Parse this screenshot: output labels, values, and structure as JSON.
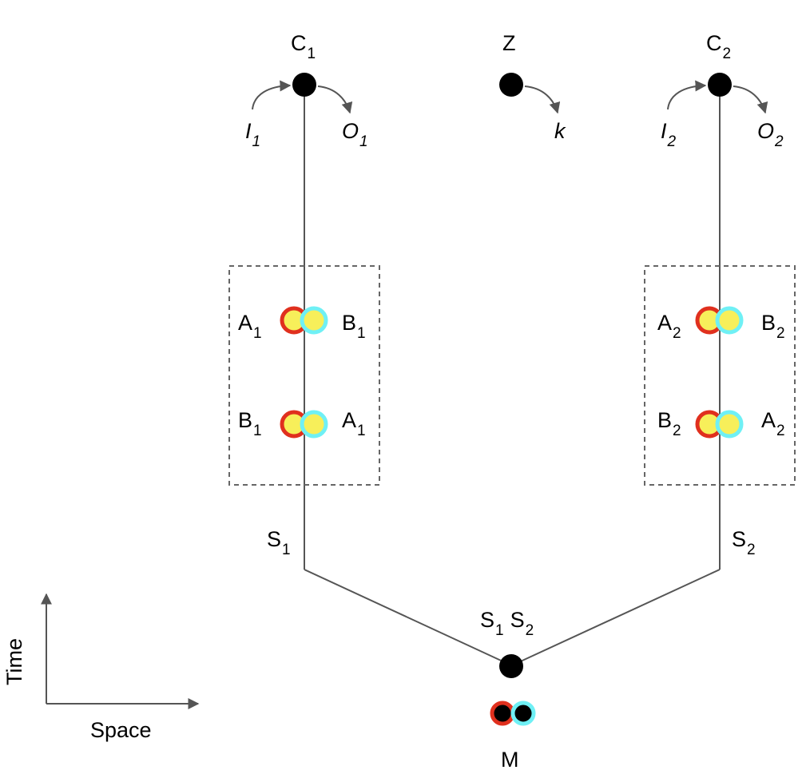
{
  "labels": {
    "c1": {
      "main": "C",
      "sub": "1"
    },
    "c2": {
      "main": "C",
      "sub": "2"
    },
    "z": {
      "main": "Z"
    },
    "i1": {
      "main": "I",
      "sub": "1"
    },
    "o1": {
      "main": "O",
      "sub": "1"
    },
    "k": {
      "main": "k"
    },
    "i2": {
      "main": "I",
      "sub": "2"
    },
    "o2": {
      "main": "O",
      "sub": "2"
    },
    "a1_top": {
      "main": "A",
      "sub": "1"
    },
    "b1_top": {
      "main": "B",
      "sub": "1"
    },
    "b1_bottom": {
      "main": "B",
      "sub": "1"
    },
    "a1_bottom": {
      "main": "A",
      "sub": "1"
    },
    "a2_top": {
      "main": "A",
      "sub": "2"
    },
    "b2_top": {
      "main": "B",
      "sub": "2"
    },
    "b2_bottom": {
      "main": "B",
      "sub": "2"
    },
    "a2_bottom": {
      "main": "A",
      "sub": "2"
    },
    "s1": {
      "main": "S",
      "sub": "1"
    },
    "s2": {
      "main": "S",
      "sub": "2"
    },
    "s1s2": {
      "main1": "S",
      "sub1": "1",
      "main2": "S",
      "sub2": "2"
    },
    "m": {
      "main": "M"
    },
    "time_axis": "Time",
    "space_axis": "Space"
  },
  "colors": {
    "red_ring": "#e0301e",
    "cyan_ring": "#6ff0f5",
    "yellow_fill": "#f7ef5a",
    "node_black": "#000000",
    "line_gray": "#555555"
  }
}
